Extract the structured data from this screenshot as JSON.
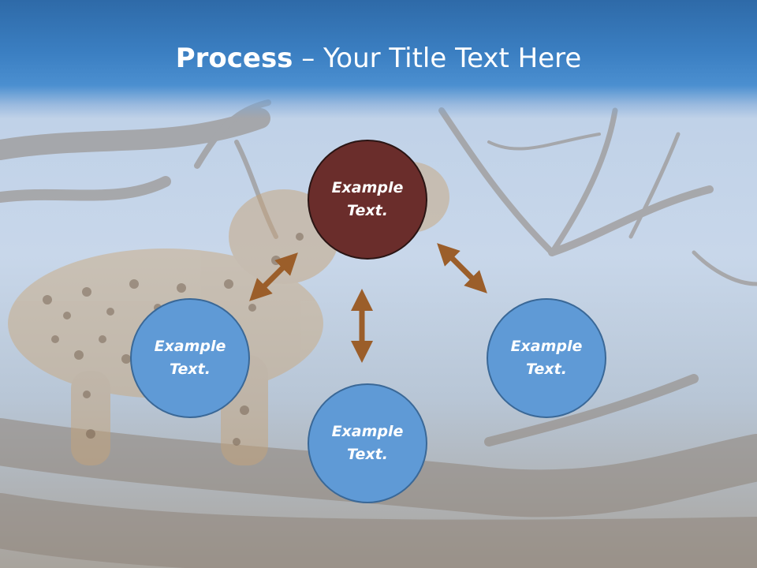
{
  "header": {
    "title_strong": "Process",
    "title_rest": " – Your Title Text Here"
  },
  "nodes": {
    "top": {
      "line1": "Example",
      "line2": "Text."
    },
    "left": {
      "line1": "Example",
      "line2": "Text."
    },
    "right": {
      "line1": "Example",
      "line2": "Text."
    },
    "bottom": {
      "line1": "Example",
      "line2": "Text."
    }
  },
  "colors": {
    "header": "#3b7fc2",
    "node_blue": "#5f9ad6",
    "node_dark": "#6a2d2b",
    "arrow": "#9b5e2a"
  },
  "background": {
    "description_icon": "leopard-in-tree-photo"
  }
}
